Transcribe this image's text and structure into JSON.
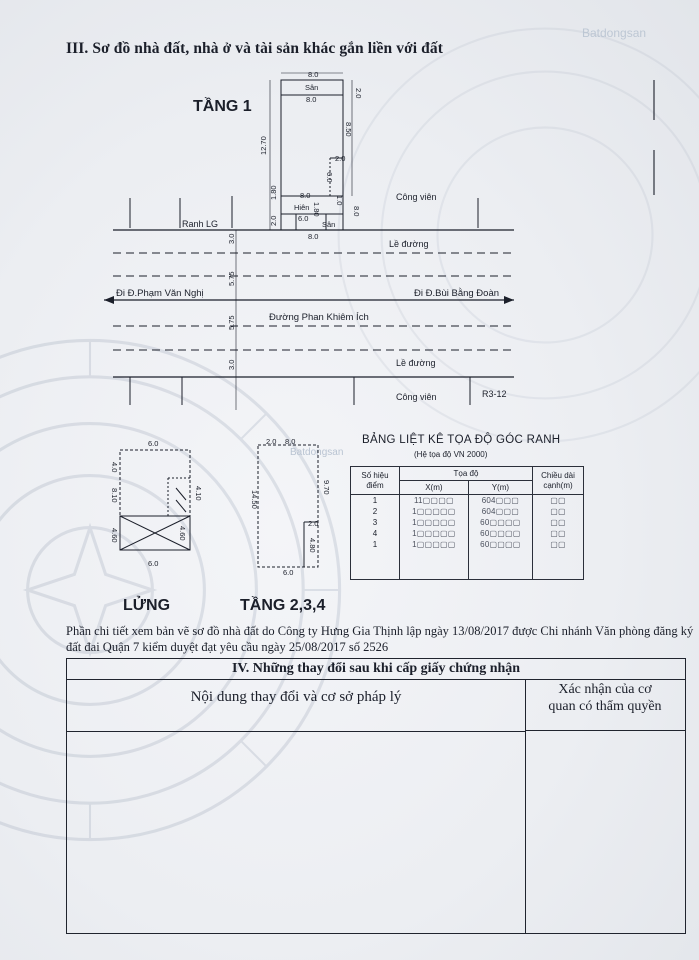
{
  "watermark": "Batdongsan",
  "section3": {
    "title": "III. Sơ đồ nhà đất, nhà ở và tài sản khác gắn liền với đất",
    "floor1": {
      "label": "TẦNG 1",
      "san_top": "Sân",
      "san_bottom": "Sân",
      "hien": "Hiên",
      "rai": "Ranh LG",
      "dims": {
        "top_w": "8.0",
        "top_side": "2.0",
        "inner_top": "8.0",
        "left_long": "12.70",
        "right_long": "8.50",
        "step_a": "2.0",
        "step_b": "1.80",
        "step_c": "1.0",
        "step_d": "6.0",
        "step_e": "1.80",
        "hien_w": "8.0",
        "san_w": "6.0",
        "bottom_side": "2.0",
        "bottom_w": "8.0",
        "right_side": "8.0"
      }
    },
    "site": {
      "cong_vien_top": "Công viên",
      "le_duong_top": "Lề đường",
      "street_left": "Đi Đ.Phạm Văn Nghị",
      "street_right": "Đi Đ.Bùi Bằng Đoàn",
      "street_name": "Đường Phan Khiêm Ích",
      "le_duong_bottom": "Lề đường",
      "cong_vien_bottom": "Công viên",
      "lot_code": "R3-12",
      "dim_30_top": "3.0",
      "dim_575_a": "5.75",
      "dim_575_b": "5.75",
      "dim_30_bottom": "3.0"
    },
    "mezzanine": {
      "label": "LỬNG",
      "dims": {
        "top": "6.0",
        "left_a": "4.0",
        "left_b": "8.10",
        "left_c": "4.60",
        "right_a": "4.10",
        "right_b": "4.60",
        "bottom": "6.0"
      }
    },
    "floors234": {
      "label": "TẦNG 2,3,4",
      "dims": {
        "top_a": "2.0",
        "top_b": "8.0",
        "left": "14.50",
        "right_a": "9.70",
        "right_b": "2.0",
        "right_c": "4.80",
        "bottom": "6.0"
      }
    },
    "coord_table": {
      "title": "BẢNG LIỆT KÊ TỌA ĐỘ GÓC RANH",
      "subtitle": "(Hệ tọa độ VN 2000)",
      "headers": {
        "point": "Số hiệu điểm",
        "coord": "Tọa độ",
        "x": "X(m)",
        "y": "Y(m)",
        "edge": "Chiều dài cạnh(m)"
      },
      "rows": [
        {
          "p": "1",
          "x": "1⁠1⁠▢▢▢▢",
          "y": "604▢▢▢",
          "e": "▢▢"
        },
        {
          "p": "2",
          "x": "1▢▢▢▢▢",
          "y": "604▢▢▢",
          "e": "▢▢"
        },
        {
          "p": "3",
          "x": "1▢▢▢▢▢",
          "y": "60▢▢▢▢",
          "e": "▢▢"
        },
        {
          "p": "4",
          "x": "1▢▢▢▢▢",
          "y": "60▢▢▢▢",
          "e": "▢▢"
        },
        {
          "p": "1",
          "x": "1▢▢▢▢▢",
          "y": "60▢▢▢▢",
          "e": "▢▢"
        }
      ]
    },
    "note": "Phần chi tiết xem bản vẽ sơ đồ nhà đất do Công ty Hưng Gia Thịnh lập ngày 13/08/2017 được Chi nhánh Văn phòng đăng ký đất đai Quận 7 kiểm duyệt đạt yêu cầu ngày 25/08/2017 số 2526"
  },
  "section4": {
    "title": "IV. Những thay đổi sau khi cấp giấy chứng nhận",
    "col_left": "Nội dung thay đổi và cơ sở pháp lý",
    "col_right_line1": "Xác nhận của cơ",
    "col_right_line2": "quan có thẩm quyền"
  }
}
